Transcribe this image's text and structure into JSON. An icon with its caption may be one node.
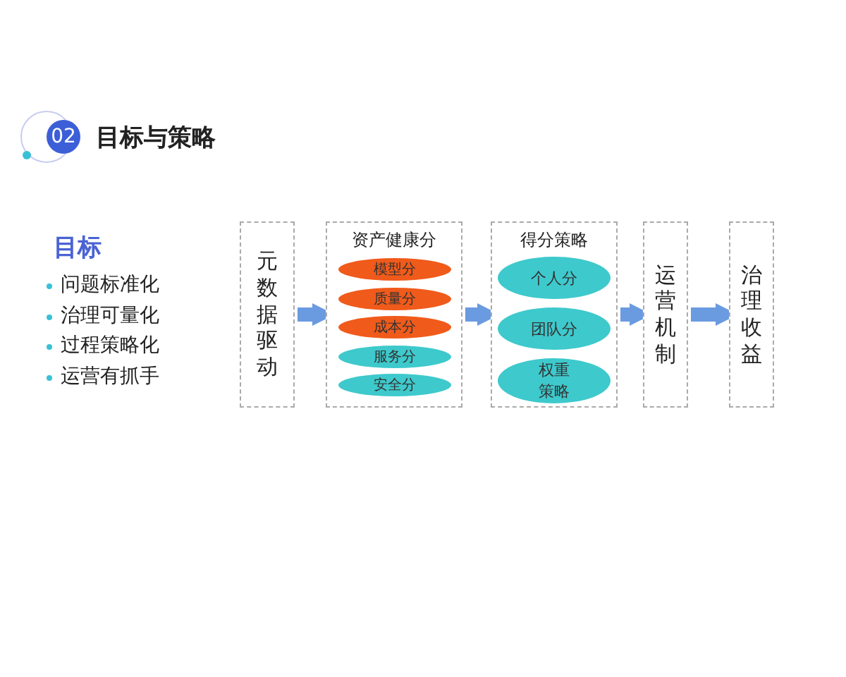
{
  "diagram": {
    "title": "目标与策略",
    "nodes": [
      {
        "text": [
          "02"
        ]
      },
      {
        "text": [
          "元数据驱动"
        ]
      },
      {
        "text": [
          "资产健康分"
        ]
      },
      {
        "text": [
          "模型分"
        ],
        "in": 2
      },
      {
        "text": [
          "质量分"
        ],
        "in": 2
      },
      {
        "text": [
          "成本分"
        ],
        "in": 2
      },
      {
        "text": [
          "服务分"
        ],
        "in": 2
      },
      {
        "text": [
          "安全分"
        ],
        "in": 2
      },
      {
        "text": [
          "得分策略"
        ]
      },
      {
        "text": [
          "个人分"
        ],
        "in": 8
      },
      {
        "text": [
          "团队分"
        ],
        "in": 8
      },
      {
        "text": [
          "权重策略"
        ],
        "in": 8
      },
      {
        "text": [
          "运营机制"
        ]
      },
      {
        "text": [
          "治理收益"
        ]
      }
    ],
    "edges": [
      {
        "from": 1,
        "to": 2,
        "arrow": "to"
      },
      {
        "from": 2,
        "to": 8,
        "arrow": "to"
      },
      {
        "from": 8,
        "to": 12,
        "arrow": "to"
      },
      {
        "from": 12,
        "to": 13,
        "arrow": "to"
      }
    ],
    "labels": [
      "目标",
      "问题标准化",
      "治理可量化",
      "过程策略化",
      "运营有抓手"
    ]
  }
}
